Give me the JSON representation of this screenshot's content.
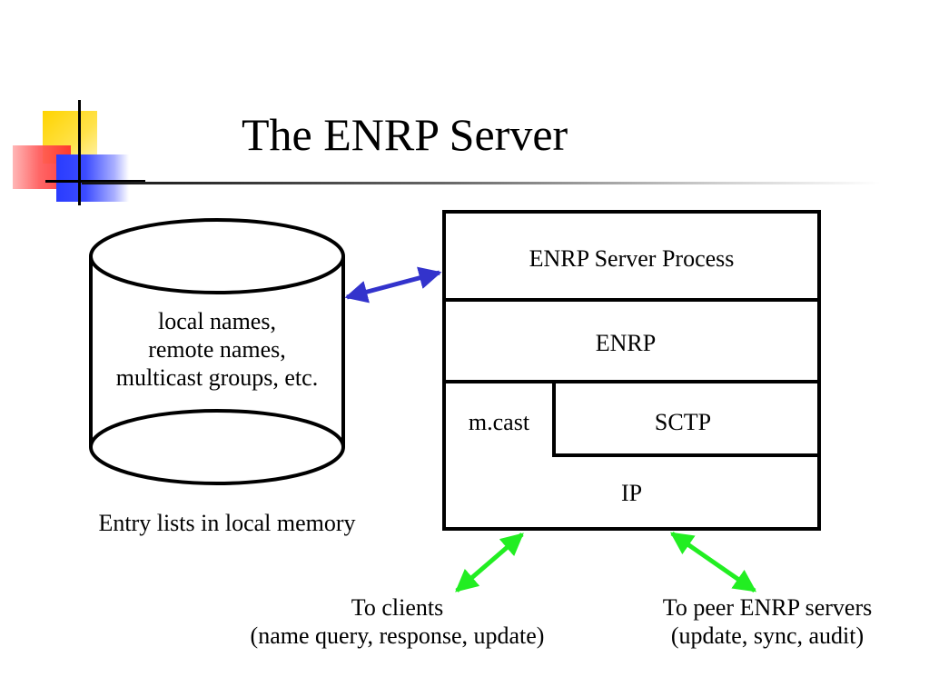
{
  "slide": {
    "title": "The ENRP Server"
  },
  "database": {
    "lines": [
      "local names,",
      "remote names,",
      "multicast groups, etc."
    ],
    "caption": "Entry lists in local memory"
  },
  "stack": {
    "process": "ENRP Server Process",
    "enrp": "ENRP",
    "mcast": "m.cast",
    "sctp": "SCTP",
    "ip": "IP"
  },
  "clients": {
    "line1": "To clients",
    "line2": "(name query, response, update)"
  },
  "peers": {
    "line1": "To peer ENRP servers",
    "line2": "(update, sync, audit)"
  },
  "colors": {
    "db_arrow": "#3333cc",
    "net_arrow": "#22ee22"
  }
}
